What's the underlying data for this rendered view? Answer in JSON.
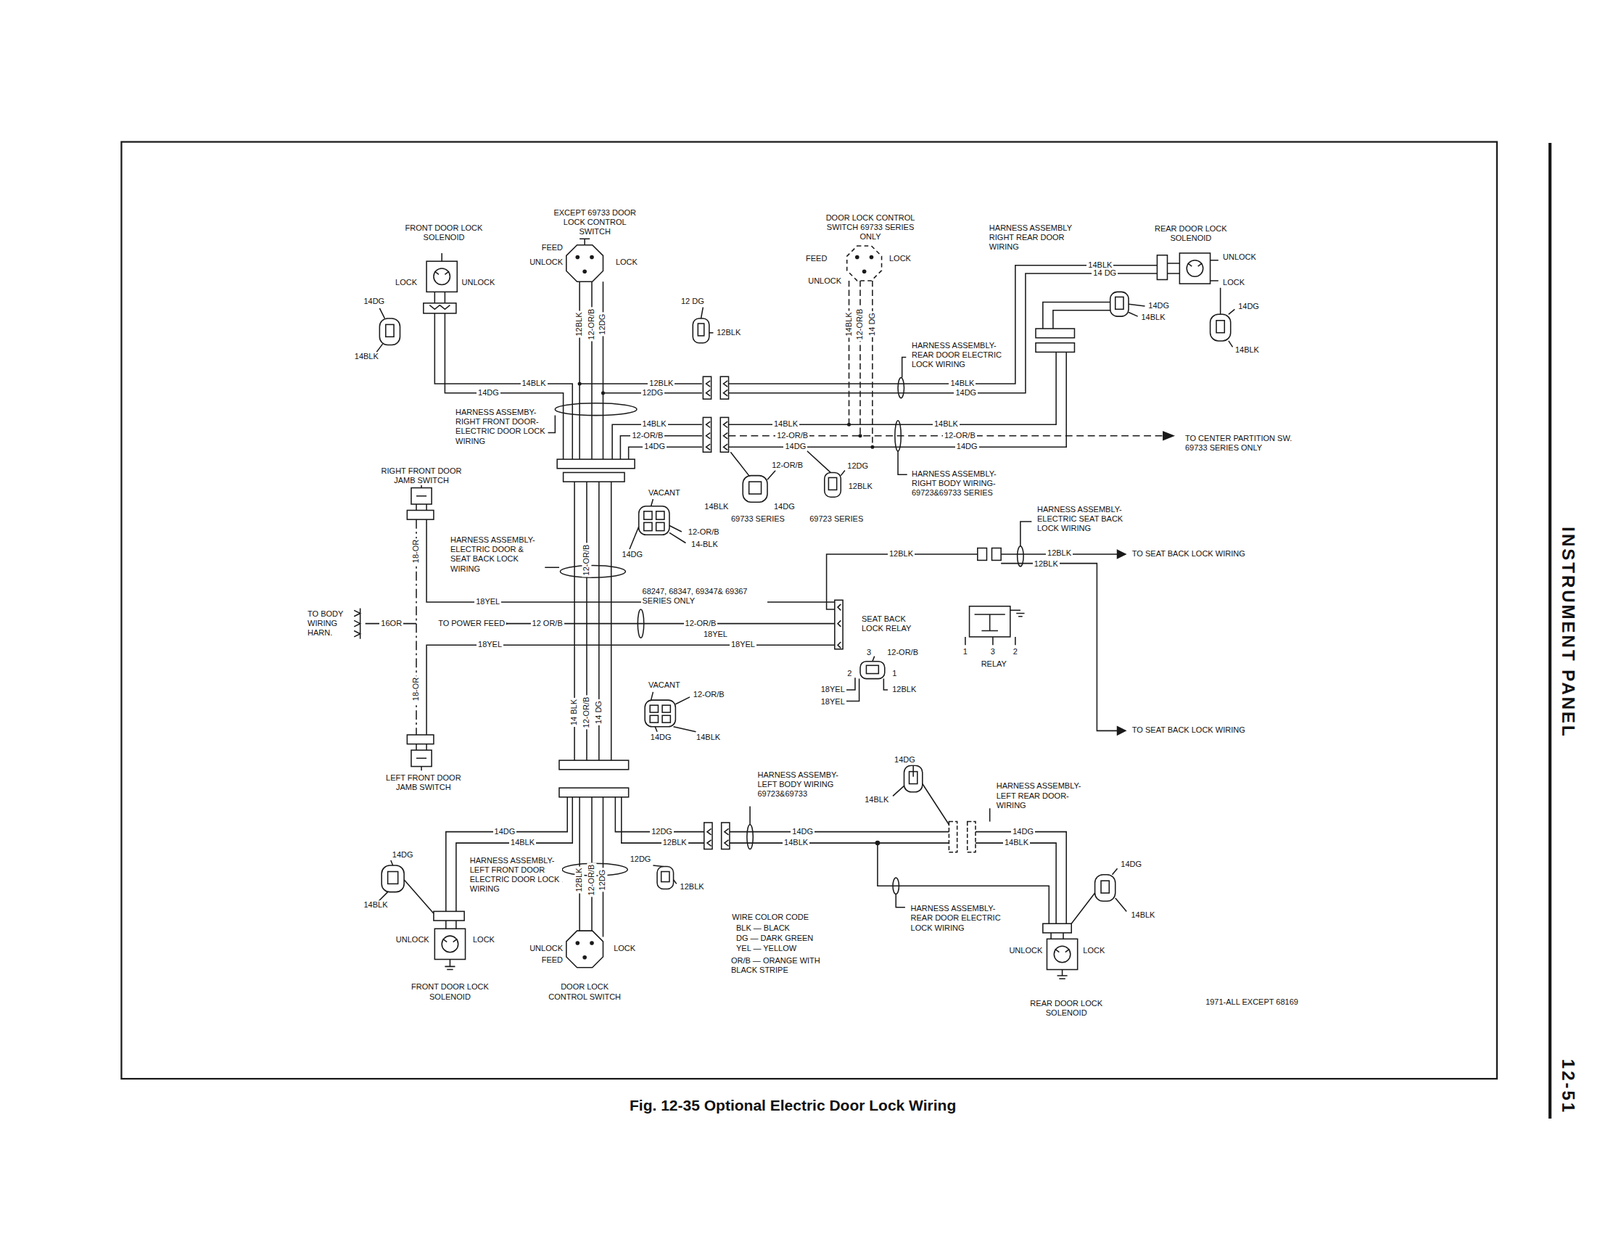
{
  "diagram": {
    "caption": "Fig. 12-35 Optional Electric Door Lock Wiring",
    "labels": [
      "FRONT DOOR LOCK SOLENOID",
      "LOCK",
      "UNLOCK",
      "14DG",
      "14BLK",
      "EXCEPT 69733 DOOR LOCK CONTROL SWITCH",
      "FEED",
      "UNLOCK",
      "LOCK",
      "12BLK",
      "12-OR/B",
      "12DG",
      "12 DG",
      "12BLK",
      "DOOR LOCK CONTROL SWITCH 69733 SERIES ONLY",
      "FEED",
      "LOCK",
      "UNLOCK",
      "14BLK",
      "12-OR/B",
      "14 DG",
      "HARNESS ASSEMBLY RIGHT REAR DOOR WIRING",
      "REAR DOOR LOCK SOLENOID",
      "UNLOCK",
      "LOCK",
      "14BLK",
      "14 DG",
      "14DG",
      "14BLK",
      "14DG",
      "14BLK",
      "HARNESS ASSEMBLY- REAR DOOR ELECTRIC LOCK WIRING",
      "14BLK",
      "14DG",
      "12BLK",
      "12DG",
      "14BLK",
      "14DG",
      "HARNESS ASSEMBY- RIGHT FRONT DOOR- ELECTRIC DOOR LOCK WIRING",
      "14BLK",
      "12-OR/B",
      "14DG",
      "14BLK",
      "12-OR/B",
      "14DG",
      "14BLK",
      "12-OR/B",
      "14DG",
      "TO CENTER PARTITION SW. 69733 SERIES ONLY",
      "12-OR/B",
      "14BLK",
      "14DG",
      "69733 SERIES",
      "12DG",
      "12BLK",
      "69723 SERIES",
      "HARNESS ASSEMBLY- RIGHT BODY WIRING- 69723&69733 SERIES",
      "RIGHT FRONT DOOR JAMB SWITCH",
      "VACANT",
      "12-OR/B",
      "14-BLK",
      "14DG",
      "HARNESS ASSEMBLY- ELECTRIC DOOR & SEAT BACK LOCK WIRING",
      "18-OR",
      "12-OR/B",
      "HARNESS ASSEMBLY- ELECTRIC SEAT BACK LOCK WIRING",
      "12BLK",
      "12BLK",
      "TO SEAT BACK LOCK WIRING",
      "12BLK",
      "18YEL",
      "68247, 68347, 69347& 69367 SERIES ONLY",
      "TO BODY WIRING HARN.",
      "16OR",
      "TO POWER FEED",
      "12 OR/B",
      "12-OR/B",
      "18YEL",
      "18YEL",
      "18YEL",
      "SEAT BACK LOCK RELAY",
      "3",
      "12-OR/B",
      "2",
      "1",
      "18YEL",
      "18YEL",
      "12BLK",
      "RELAY",
      "1",
      "3",
      "2",
      "TO SEAT BACK LOCK WIRING",
      "18-OR",
      "VACANT",
      "12-OR/B",
      "14DG",
      "14BLK",
      "14 BLK",
      "12-OR/B",
      "14 DG",
      "LEFT FRONT DOOR JAMB SWITCH",
      "HARNESS ASSEMBY- LEFT BODY WIRING 69723&69733",
      "14DG",
      "14BLK",
      "HARNESS ASSEMBLY- LEFT REAR DOOR- WIRING",
      "14DG",
      "14BLK",
      "12DG",
      "12BLK",
      "14DG",
      "14BLK",
      "14DG",
      "14BLK",
      "14DG",
      "14BLK",
      "HARNESS ASSEMBLY- LEFT FRONT DOOR ELECTRIC DOOR LOCK WIRING",
      "12DG",
      "12BLK",
      "12BLK",
      "12-OR/B",
      "12DG",
      "14DG",
      "14BLK",
      "HARNESS ASSEMBLY- REAR DOOR ELECTRIC LOCK WIRING",
      "WIRE COLOR CODE",
      "BLK — BLACK",
      "DG — DARK GREEN",
      "YEL — YELLOW",
      "OR/B — ORANGE WITH BLACK STRIPE",
      "UNLOCK",
      "LOCK",
      "UNLOCK",
      "FEED",
      "LOCK",
      "FRONT DOOR LOCK SOLENOID",
      "DOOR LOCK CONTROL SWITCH",
      "UNLOCK",
      "LOCK",
      "REAR DOOR LOCK SOLENOID",
      "1971-ALL EXCEPT 68169",
      "INSTRUMENT PANEL",
      "12-51"
    ]
  }
}
